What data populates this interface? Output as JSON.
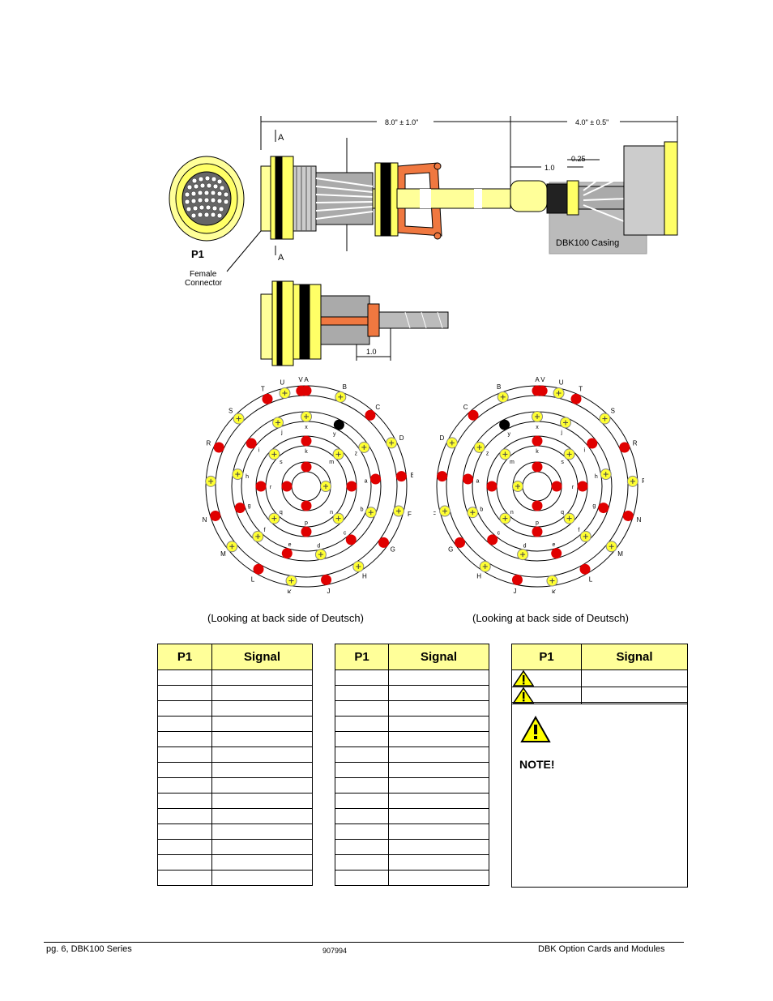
{
  "drawing": {
    "dim_overall": "8.0\" ± 1.0\"",
    "dim_right": "4.0\" ± 0.5\"",
    "dim_one": "1.0",
    "dim_quarter": "0.25",
    "dim_lower": "1.0",
    "section_mark": "A",
    "connector_label": "P1",
    "connector_desc_line1": "Female",
    "connector_desc_line2": "Connector",
    "casing_label": "DBK100 Casing"
  },
  "pin_diagrams": {
    "left_caption": "(Looking at back side of Deutsch)",
    "right_caption": "(Looking at back side of Deutsch)"
  },
  "tables": [
    {
      "col1": "P1",
      "col2": "Signal",
      "rows": 14
    },
    {
      "col1": "P1",
      "col2": "Signal",
      "rows": 14
    },
    {
      "col1": "P1",
      "col2": "Signal",
      "rows": 2,
      "note_label": "NOTE!"
    }
  ],
  "footer": {
    "left": "pg.  6,    DBK100 Series",
    "center": "907994",
    "right": "DBK Option Cards and Modules"
  },
  "colors": {
    "pin_red": "#e00000",
    "pin_yellow": "#ffff33",
    "connector": "#ffff99",
    "clamp": "#f07840",
    "header_fill": "#ffff99"
  }
}
